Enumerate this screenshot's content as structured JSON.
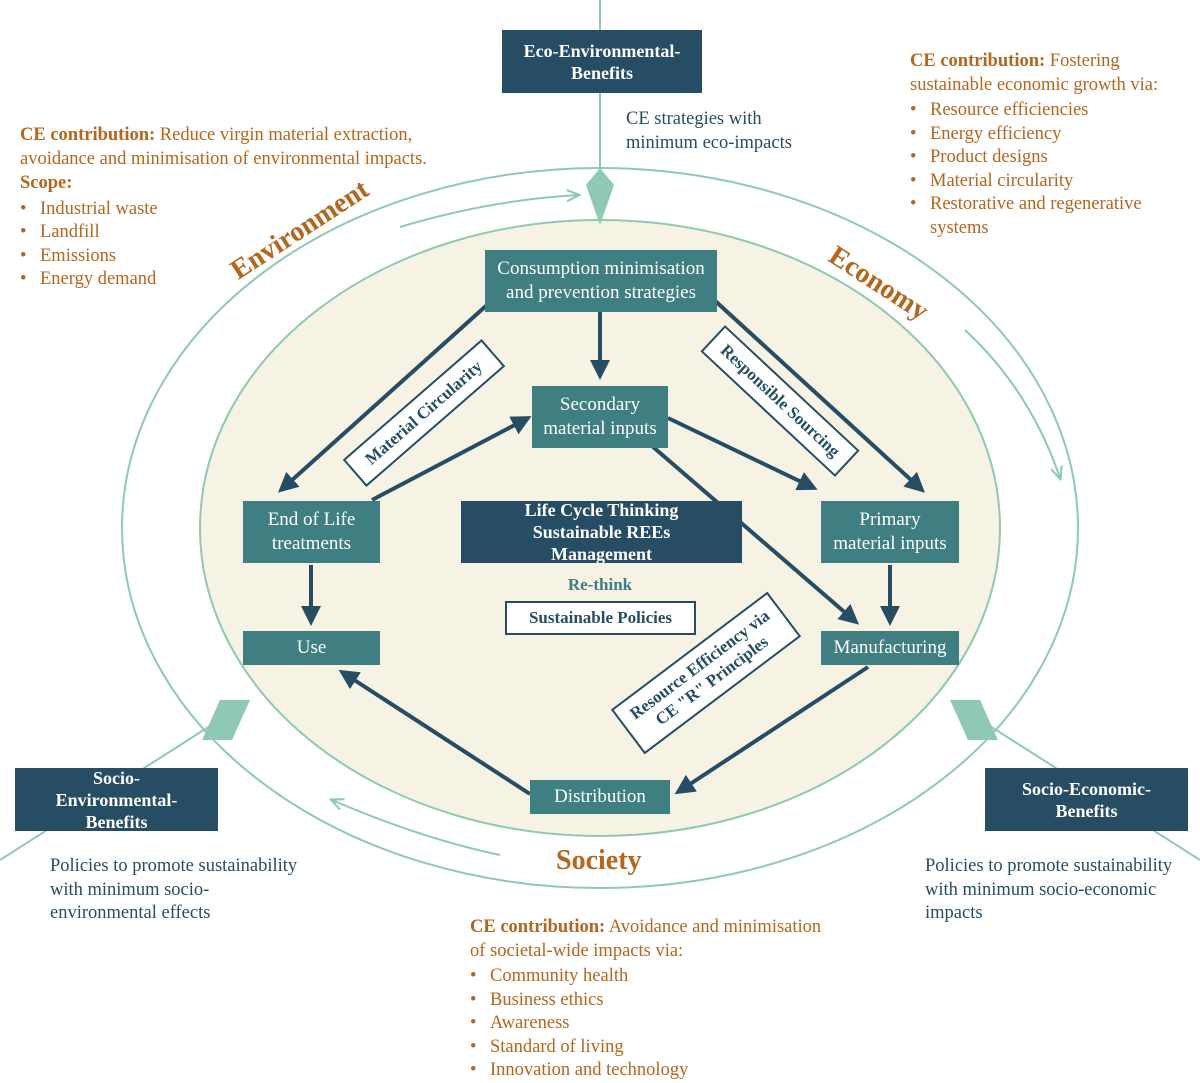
{
  "benefits": {
    "eco_environmental": "Eco-Environmental-Benefits",
    "socio_environmental": "Socio-Environmental-Benefits",
    "socio_economic": "Socio-Economic-Benefits"
  },
  "benefit_notes": {
    "eco": "CE strategies with minimum eco-impacts",
    "socio_env": "Policies to promote sustainability with minimum socio-environmental effects",
    "socio_econ": "Policies to promote sustainability with minimum socio-economic impacts"
  },
  "dimensions": {
    "environment": "Environment",
    "economy": "Economy",
    "society": "Society"
  },
  "contributions": {
    "label": "CE contribution:",
    "scope_label": "Scope:",
    "environment": {
      "text": "Reduce virgin material extraction, avoidance and minimisation of environmental impacts.",
      "items": [
        "Industrial waste",
        "Landfill",
        "Emissions",
        "Energy demand"
      ]
    },
    "economy": {
      "text": "Fostering sustainable economic growth via:",
      "items": [
        "Resource efficiencies",
        "Energy efficiency",
        "Product designs",
        "Material circularity",
        "Restorative and regenerative systems"
      ]
    },
    "society": {
      "text": "Avoidance and minimisation of societal-wide impacts via:",
      "items": [
        "Community health",
        "Business ethics",
        "Awareness",
        "Standard of living",
        "Innovation and technology"
      ]
    }
  },
  "nodes": {
    "consumption": "Consumption minimisation and prevention strategies",
    "secondary": "Secondary material inputs",
    "end_of_life": "End of Life treatments",
    "primary": "Primary material inputs",
    "use": "Use",
    "manufacturing": "Manufacturing",
    "distribution": "Distribution"
  },
  "center": {
    "lct": "Life Cycle Thinking Sustainable REEs Management",
    "rethink": "Re-think",
    "policies": "Sustainable Policies"
  },
  "edge_labels": {
    "material_circularity": "Material Circularity",
    "responsible_sourcing": "Responsible Sourcing",
    "resource_efficiency": "Resource Efficiency via CE \"R\" Principles"
  },
  "colors": {
    "teal_box": "#3f7f82",
    "navy_box": "#264d63",
    "orange_text": "#b5651d",
    "ring_line": "#8fc9b4",
    "inner_fill": "#f6f2e4"
  }
}
